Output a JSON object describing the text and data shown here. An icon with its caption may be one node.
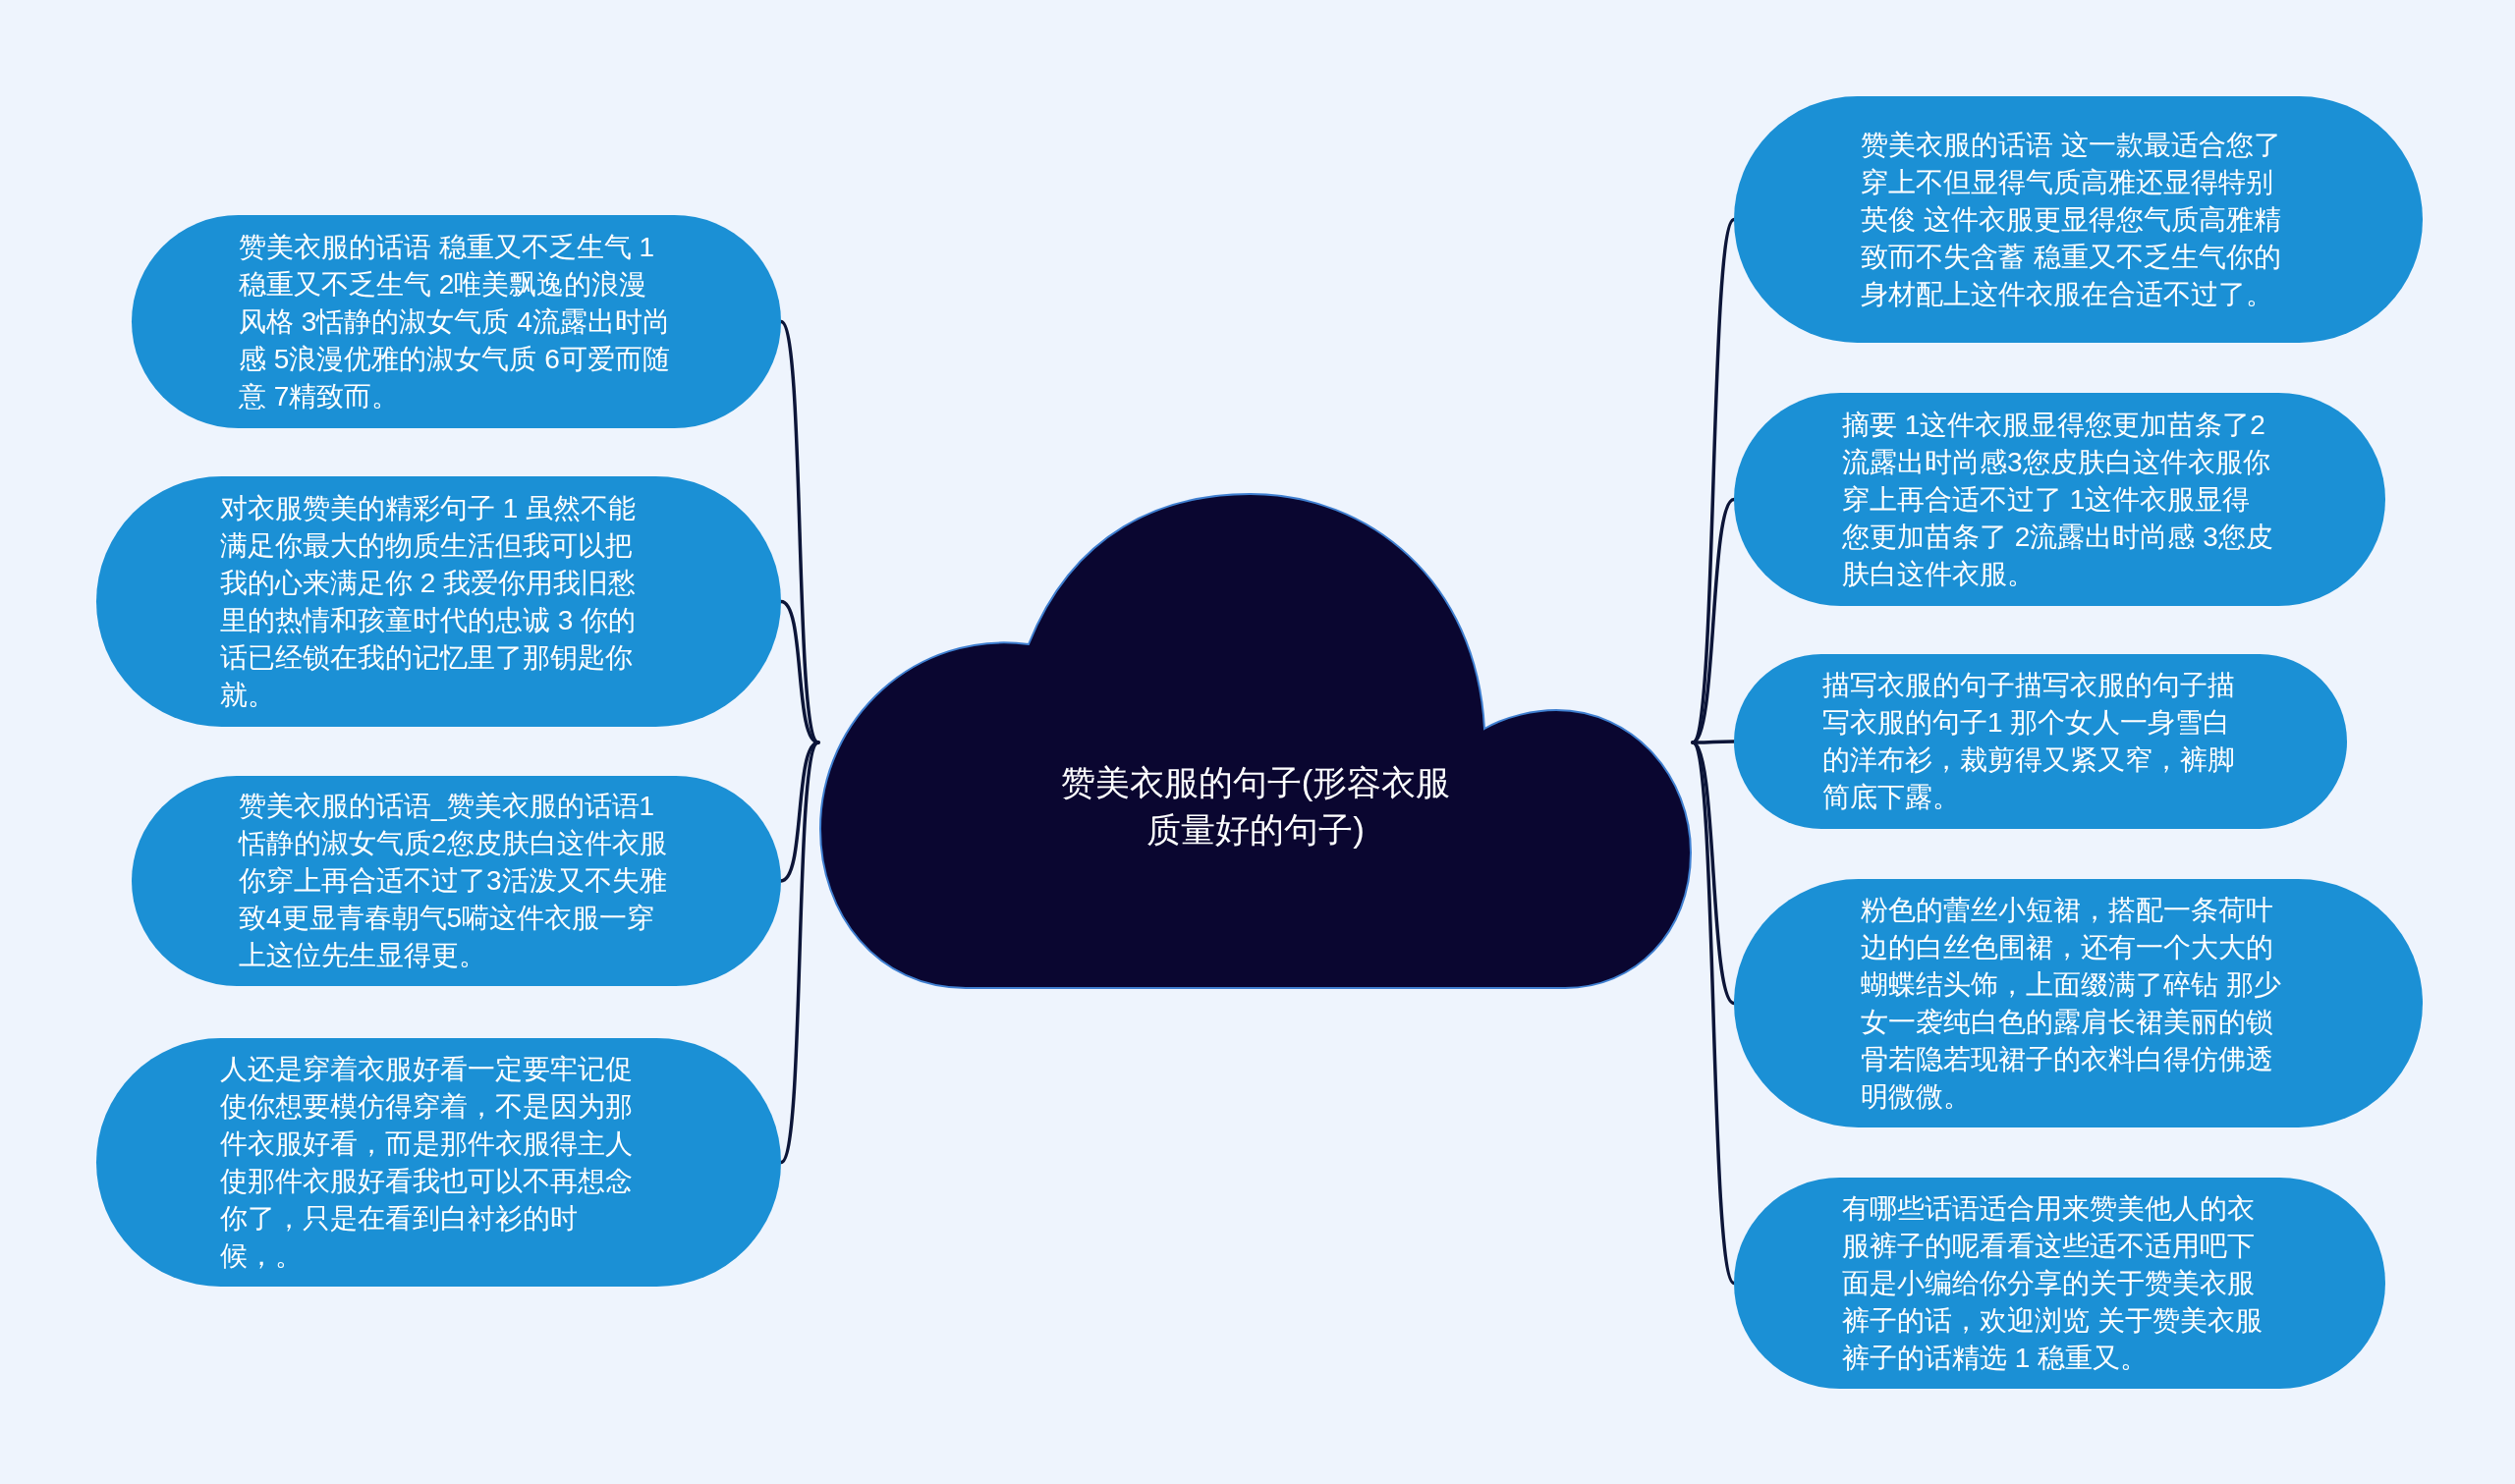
{
  "diagram": {
    "nodes": [
      {
        "text": [
          "赞美衣服的句子(形容衣服质量好的句子)"
        ]
      },
      {
        "text": [
          "赞美衣服的话语 稳重又不乏生气 1稳重又不乏生气 2唯美飘逸的浪漫风格 3恬静的淑女气质 4流露出时尚感 5浪漫优雅的淑女气质 6可爱而随意 7精致而。"
        ]
      },
      {
        "text": [
          "对衣服赞美的精彩句子 1 虽然不能满足你最大的物质生活但我可以把我的心来满足你 2 我爱你用我旧愁里的热情和孩童时代的忠诚 3 你的话已经锁在我的记忆里了那钥匙你就。"
        ]
      },
      {
        "text": [
          "赞美衣服的话语_赞美衣服的话语1恬静的淑女气质2您皮肤白这件衣服你穿上再合适不过了3活泼又不失雅致4更显青春朝气5嗬这件衣服一穿上这位先生显得更。"
        ]
      },
      {
        "text": [
          "人还是穿着衣服好看一定要牢记促使你想要模仿得穿着，不是因为那件衣服好看，而是那件衣服得主人使那件衣服好看我也可以不再想念你了，只是在看到白衬衫的时候，。"
        ]
      },
      {
        "text": [
          "赞美衣服的话语 这一款最适合您了穿上不但显得气质高雅还显得特别英俊 这件衣服更显得您气质高雅精致而不失含蓄 稳重又不乏生气你的身材配上这件衣服在合适不过了。"
        ]
      },
      {
        "text": [
          "摘要 1这件衣服显得您更加苗条了2流露出时尚感3您皮肤白这件衣服你穿上再合适不过了 1这件衣服显得您更加苗条了 2流露出时尚感 3您皮肤白这件衣服。"
        ]
      },
      {
        "text": [
          "描写衣服的句子描写衣服的句子描写衣服的句子1 那个女人一身雪白的洋布衫，裁剪得又紧又窄，裤脚简底下露。"
        ]
      },
      {
        "text": [
          "粉色的蕾丝小短裙，搭配一条荷叶边的白丝色围裙，还有一个大大的蝴蝶结头饰，上面缀满了碎钻 那少女一袭纯白色的露肩长裙美丽的锁骨若隐若现裙子的衣料白得仿佛透明微微。"
        ]
      },
      {
        "text": [
          "有哪些话语适合用来赞美他人的衣服裤子的呢看看这些适不适用吧下面是小编给你分享的关于赞美衣服裤子的话，欢迎浏览 关于赞美衣服裤子的话精选 1 稳重又。"
        ]
      }
    ],
    "edges": [
      {
        "from": 0,
        "to": 1,
        "arrow": "none"
      },
      {
        "from": 0,
        "to": 2,
        "arrow": "none"
      },
      {
        "from": 0,
        "to": 3,
        "arrow": "none"
      },
      {
        "from": 0,
        "to": 4,
        "arrow": "none"
      },
      {
        "from": 0,
        "to": 5,
        "arrow": "none"
      },
      {
        "from": 0,
        "to": 6,
        "arrow": "none"
      },
      {
        "from": 0,
        "to": 7,
        "arrow": "none"
      },
      {
        "from": 0,
        "to": 8,
        "arrow": "none"
      },
      {
        "from": 0,
        "to": 9,
        "arrow": "none"
      }
    ]
  }
}
